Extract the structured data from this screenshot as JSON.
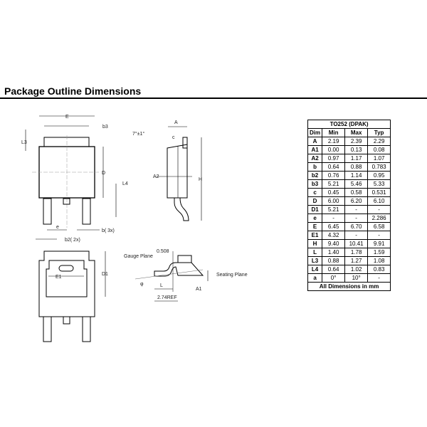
{
  "title": "Package Outline Dimensions",
  "drawing_labels": {
    "E": "E",
    "b3": "b3",
    "L3": "L3",
    "D": "D",
    "L4": "L4",
    "e": "e",
    "b": "b(  3x)",
    "b2": "b2(  2x)",
    "A": "A",
    "c": "c",
    "angle": "7°±1°",
    "A2": "A2",
    "H": "H",
    "E1": "E1",
    "D1": "D1",
    "gauge_plane": "Gauge Plane",
    "d0508": "0.508",
    "seating_plane": "Seating Plane",
    "L": "L",
    "ref": "2.74REF",
    "A1": "A1",
    "phi": "φ"
  },
  "table": {
    "title": "TO252 (DPAK)",
    "headers": [
      "Dim",
      "Min",
      "Max",
      "Typ"
    ],
    "rows": [
      [
        "A",
        "2.19",
        "2.39",
        "2.29"
      ],
      [
        "A1",
        "0.00",
        "0.13",
        "0.08"
      ],
      [
        "A2",
        "0.97",
        "1.17",
        "1.07"
      ],
      [
        "b",
        "0.64",
        "0.88",
        "0.783"
      ],
      [
        "b2",
        "0.76",
        "1.14",
        "0.95"
      ],
      [
        "b3",
        "5.21",
        "5.46",
        "5.33"
      ],
      [
        "c",
        "0.45",
        "0.58",
        "0.531"
      ],
      [
        "D",
        "6.00",
        "6.20",
        "6.10"
      ],
      [
        "D1",
        "5.21",
        "-",
        "-"
      ],
      [
        "e",
        "-",
        "-",
        "2.286"
      ],
      [
        "E",
        "6.45",
        "6.70",
        "6.58"
      ],
      [
        "E1",
        "4.32",
        "-",
        "-"
      ],
      [
        "H",
        "9.40",
        "10.41",
        "9.91"
      ],
      [
        "L",
        "1.40",
        "1.78",
        "1.59"
      ],
      [
        "L3",
        "0.88",
        "1.27",
        "1.08"
      ],
      [
        "L4",
        "0.64",
        "1.02",
        "0.83"
      ],
      [
        "a",
        "0°",
        "10°",
        "-"
      ]
    ],
    "footer": "All Dimensions in mm"
  }
}
